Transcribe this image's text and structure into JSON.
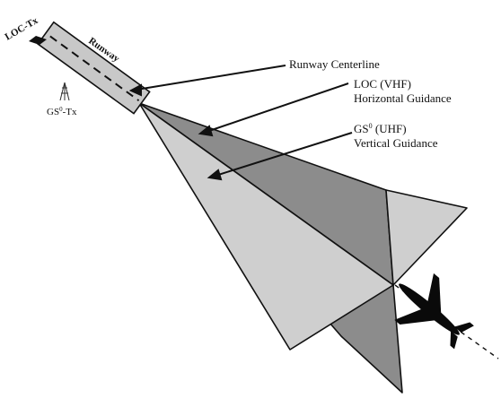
{
  "diagram": {
    "labels": {
      "loc_tx": "LOC-Tx",
      "runway": "Runway",
      "gs_tx_prefix": "GS",
      "gs_tx_sup": "0",
      "gs_tx_suffix": "-Tx",
      "runway_centerline": "Runway Centerline",
      "loc_title": "LOC (VHF)",
      "loc_desc": "Horizontal Guidance",
      "gs_title_prefix": "GS",
      "gs_title_sup": "0",
      "gs_title_suffix": " (UHF)",
      "gs_desc": "Vertical Guidance"
    },
    "colors": {
      "runway_fill": "#c8c8c8",
      "loc_beam_fill": "#8c8c8c",
      "gs_beam_fill": "#cfcfcf",
      "outline": "#111111",
      "aircraft": "#0a0a0a"
    },
    "icons": {
      "loc_transmitter": "antenna-box-icon",
      "gs_transmitter": "antenna-tower-icon",
      "aircraft": "airplane-icon"
    }
  }
}
